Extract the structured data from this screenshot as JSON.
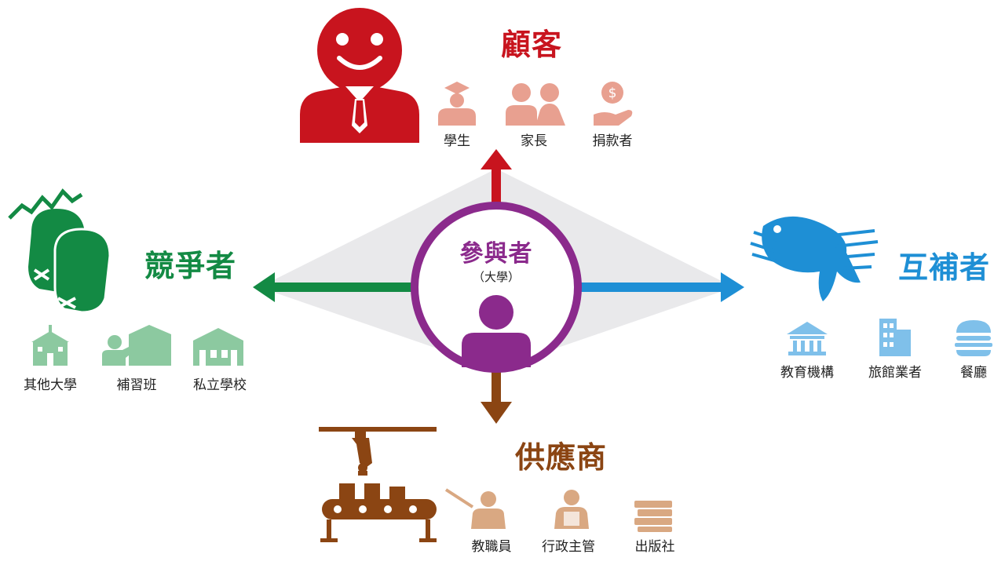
{
  "center": {
    "title": "參與者",
    "subtitle": "（大學）",
    "color": "#8B2A8C"
  },
  "customer": {
    "title": "顧客",
    "color": "#C8141E",
    "icon_color": "#E8A090",
    "items": [
      {
        "label": "學生",
        "icon": "graduate-icon"
      },
      {
        "label": "家長",
        "icon": "parents-icon"
      },
      {
        "label": "捐款者",
        "icon": "donor-icon"
      }
    ]
  },
  "competitor": {
    "title": "競爭者",
    "color": "#138A44",
    "icon_color": "#8CC9A0",
    "items": [
      {
        "label": "其他大學",
        "icon": "university-icon"
      },
      {
        "label": "補習班",
        "icon": "tutoring-icon"
      },
      {
        "label": "私立學校",
        "icon": "private-school-icon"
      }
    ]
  },
  "complementor": {
    "title": "互補者",
    "color": "#1E8FD5",
    "icon_color": "#7FC0EA",
    "items": [
      {
        "label": "教育機構",
        "icon": "institution-icon"
      },
      {
        "label": "旅館業者",
        "icon": "hotel-icon"
      },
      {
        "label": "餐廳",
        "icon": "burger-icon"
      }
    ]
  },
  "supplier": {
    "title": "供應商",
    "color": "#8B4513",
    "icon_color": "#D9A882",
    "items": [
      {
        "label": "教職員",
        "icon": "teacher-icon"
      },
      {
        "label": "行政主管",
        "icon": "administrator-icon"
      },
      {
        "label": "出版社",
        "icon": "books-icon"
      }
    ]
  }
}
